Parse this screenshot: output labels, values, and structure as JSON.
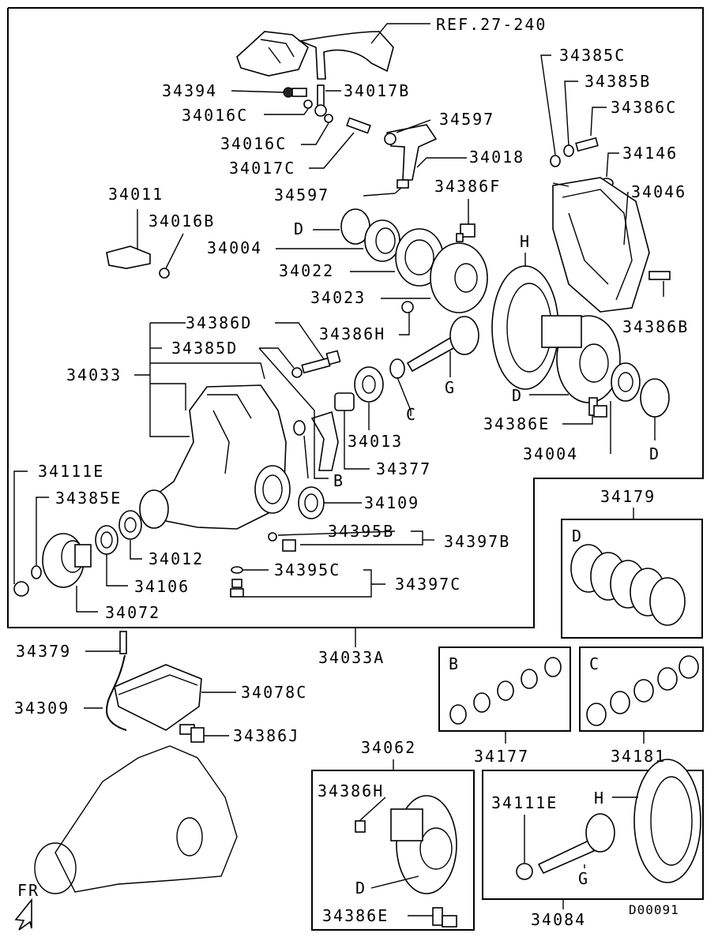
{
  "labels": {
    "ref": "REF.27-240",
    "p34394": "34394",
    "p34017b": "34017B",
    "p34016c_a": "34016C",
    "p34016c_b": "34016C",
    "p34597_a": "34597",
    "p34017c": "34017C",
    "p34018": "34018",
    "p34597_b": "34597",
    "p34011": "34011",
    "p34016b": "34016B",
    "d1": "D",
    "p34004_a": "34004",
    "p34386f": "34386F",
    "p34022": "34022",
    "p34023": "34023",
    "p34386h_a": "34386H",
    "p34386d": "34386D",
    "p34385d": "34385D",
    "p34033": "34033",
    "g1": "G",
    "c1": "C",
    "p34013": "34013",
    "p34377": "34377",
    "b1": "B",
    "p34111e_a": "34111E",
    "p34385e": "34385E",
    "p34109": "34109",
    "p34395b": "34395B",
    "p34397b": "34397B",
    "p34012": "34012",
    "p34106": "34106",
    "p34395c": "34395C",
    "p34397c": "34397C",
    "p34072": "34072",
    "p34385c": "34385C",
    "p34385b": "34385B",
    "p34386c": "34386C",
    "p34146": "34146",
    "p34046": "34046",
    "h1": "H",
    "p34386b": "34386B",
    "d2": "D",
    "p34386e_a": "34386E",
    "p34004_b": "34004",
    "d3": "D",
    "p34033a": "34033A",
    "p34379": "34379",
    "p34309": "34309",
    "p34078c": "34078C",
    "p34386j": "34386J",
    "fr": "FR",
    "p34179": "34179",
    "d4": "D",
    "b2": "B",
    "c2": "C",
    "p34177": "34177",
    "p34181": "34181",
    "p34062": "34062",
    "p34386h_b": "34386H",
    "d5": "D",
    "p34386e_b": "34386E",
    "p34111e_b": "34111E",
    "h2": "H",
    "g2": "G",
    "p34084": "34084",
    "code": "D00091"
  }
}
